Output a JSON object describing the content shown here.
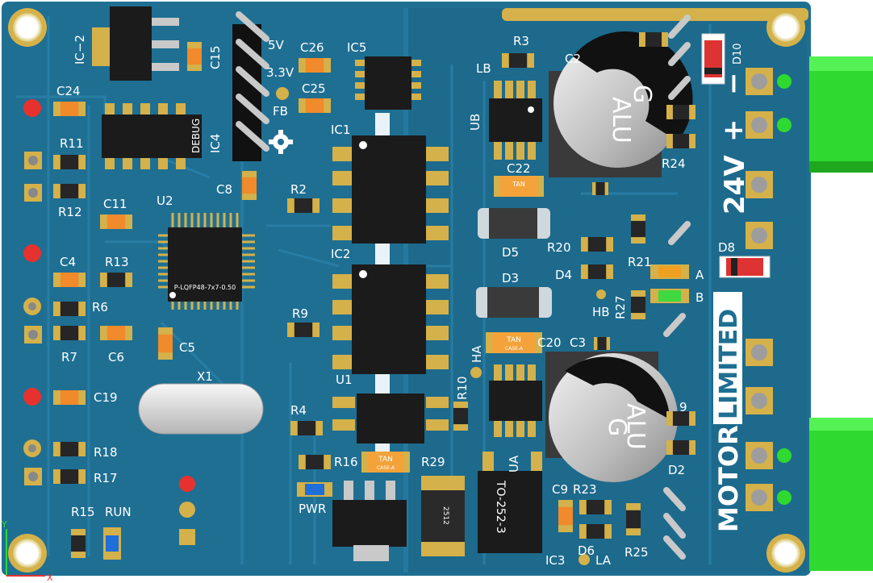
{
  "board": {
    "voltage_label": "24V",
    "plus_label": "+",
    "minus_label": "−",
    "brand_word1": "MOTOR",
    "brand_word2": "LIMITED",
    "colors": {
      "solder_mask": "#1f6f93",
      "trace": "#2a7fa6",
      "pad_gold": "#d4b14a",
      "connector_green": "#3ff03f",
      "silkscreen": "#ffffff"
    }
  },
  "labels": {
    "ic2_left": "IC−2",
    "c15": "C15",
    "v5": "5V",
    "v33": "3.3V",
    "debug": "DEBUG",
    "c26": "C26",
    "c25": "C25",
    "ic5": "IC5",
    "fb": "FB",
    "r3": "R3",
    "lb": "LB",
    "ub": "UB",
    "c2": "C2",
    "d10": "D10",
    "c24": "C24",
    "r11": "R11",
    "r12": "R12",
    "ic4": "IC4",
    "ic1": "IC1",
    "r2": "R2",
    "c22": "C22",
    "r24": "R24",
    "c11": "C11",
    "u2": "U2",
    "c8": "C8",
    "ic2": "IC2",
    "d5": "D5",
    "r20": "R20",
    "r21": "R21",
    "d8": "D8",
    "c4": "C4",
    "r13": "R13",
    "d4": "D4",
    "a": "A",
    "d3": "D3",
    "b": "B",
    "r6": "R6",
    "r9": "R9",
    "hb": "HB",
    "r27": "R27",
    "r7": "R7",
    "c6": "C6",
    "c5": "C5",
    "c20": "C20",
    "c3": "C3",
    "ha": "HA",
    "x1": "X1",
    "u1": "U1",
    "r10": "R10",
    "c19": "C19",
    "r4": "R4",
    "r19": "9",
    "r18": "R18",
    "r17": "R17",
    "r16": "R16",
    "r29": "R29",
    "ua": "UA",
    "d2": "D2",
    "pwr": "PWR",
    "c9": "C9",
    "r23": "R23",
    "r15": "R15",
    "run": "RUN",
    "ic3": "IC3",
    "d6": "D6",
    "la": "LA",
    "r25": "R25",
    "mcu_marking": "P-LQFP48-7x7-0.50",
    "cap_text1": "ALU",
    "cap_text2": "G",
    "tan": "TAN",
    "case": "CASE-A",
    "res2512": "2512",
    "to252": "TO-252-3",
    "axis_y": "Y",
    "axis_x": "X"
  }
}
